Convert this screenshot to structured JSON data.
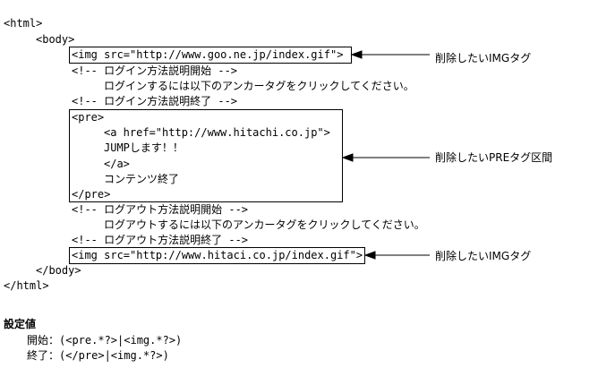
{
  "code_lines": {
    "l01": "<html>",
    "l02": "<body>",
    "l03": "<img src=\"http://www.goo.ne.jp/index.gif\">",
    "l04": "<!-- ログイン方法説明開始 -->",
    "l05": "ログインするには以下のアンカータグをクリックしてください。",
    "l06": "<!-- ログイン方法説明終了 -->",
    "l07": "<pre>",
    "l08": "<a href=\"http://www.hitachi.co.jp\">",
    "l09": "JUMPします！！",
    "l10": "</a>",
    "l11": "コンテンツ終了",
    "l12": "</pre>",
    "l13": "<!-- ログアウト方法説明開始 -->",
    "l14": "ログアウトするには以下のアンカータグをクリックしてください。",
    "l15": "<!-- ログアウト方法説明終了 -->",
    "l16": "<img src=\"http://www.hitaci.co.jp/index.gif\">",
    "l17": "</body>",
    "l18": "</html>"
  },
  "callouts": {
    "img_top": "削除したいIMGタグ",
    "pre": "削除したいPREタグ区間",
    "img_bottom": "削除したいIMGタグ"
  },
  "settings": {
    "title": "設定値",
    "start": "開始：(<pre.*?>|<img.*?>)",
    "end": "終了：(</pre>|<img.*?>)"
  },
  "colors": {
    "text": "#000000",
    "background": "#ffffff"
  }
}
